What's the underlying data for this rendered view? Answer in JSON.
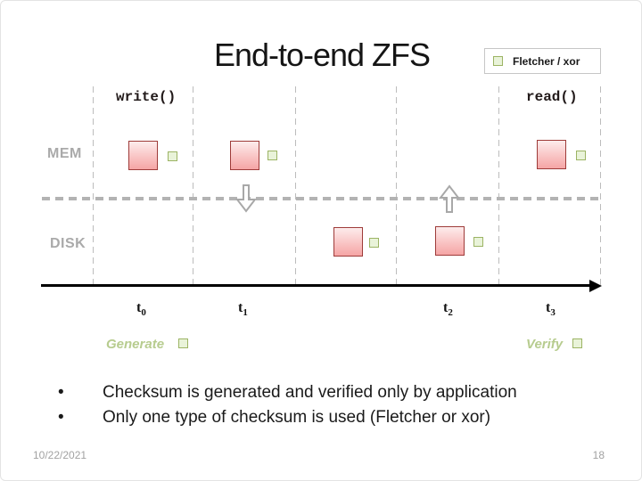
{
  "slide": {
    "title": "End-to-end ZFS",
    "legend": {
      "label": "Fletcher / xor"
    },
    "diagram": {
      "write_label": "write()",
      "read_label": "read()",
      "mem_label": "MEM",
      "disk_label": "DISK",
      "generate_label": "Generate",
      "verify_label": "Verify",
      "ticks": [
        {
          "base": "t",
          "sub": "0"
        },
        {
          "base": "t",
          "sub": "1"
        },
        {
          "base": "t",
          "sub": "2"
        },
        {
          "base": "t",
          "sub": "3"
        }
      ]
    },
    "bullets": [
      {
        "marker": "•",
        "text": "Checksum is generated and verified only by application"
      },
      {
        "marker": "•",
        "text": "Only one type of checksum is used (Fletcher or xor)"
      }
    ],
    "footer": {
      "date": "10/22/2021",
      "page": "18"
    }
  },
  "colors": {
    "block_border": "#9e3b39",
    "block_fill_light": "#fdecec",
    "block_fill_dark": "#f5a5a5",
    "checksum_fill": "#e9f3d9",
    "checksum_border": "#9cb464",
    "phase_text": "#b7cc8f",
    "muted_gray": "#aaaaaa",
    "timeline_black": "#000000"
  }
}
